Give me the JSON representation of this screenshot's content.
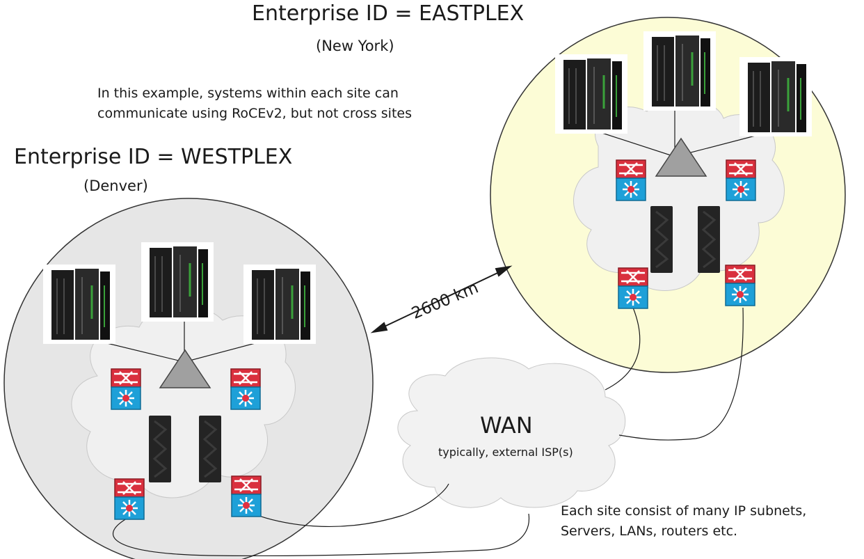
{
  "sites": {
    "east": {
      "title": "Enterprise ID = EASTPLEX",
      "location": "(New York)"
    },
    "west": {
      "title": "Enterprise ID = WESTPLEX",
      "location": "(Denver)"
    }
  },
  "notes": {
    "roce": [
      "In this example, systems within each site can",
      "communicate using RoCEv2, but not cross sites"
    ],
    "subnets": [
      "Each site consist of many IP subnets,",
      "Servers, LANs, routers etc."
    ]
  },
  "link": {
    "distance": "2600 km"
  },
  "wan": {
    "title": "WAN",
    "subtitle": "typically, external ISP(s)"
  },
  "colors": {
    "east_site_fill": "#fcfcd6",
    "west_site_fill": "#e6e6e6",
    "cloud_fill": "#f0f0f0",
    "switch_red": "#d9303e",
    "switch_blue": "#1ea0d8",
    "hub_fill": "#a0a0a0"
  }
}
